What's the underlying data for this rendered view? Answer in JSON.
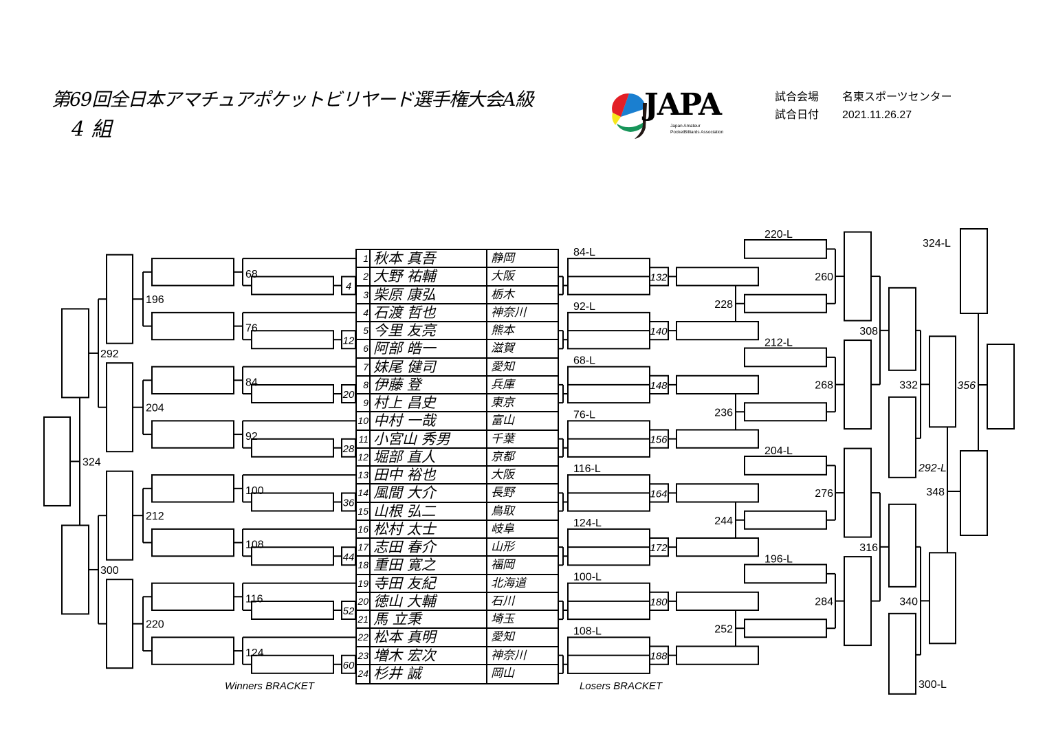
{
  "title": {
    "main": "第69回全日本アマチュアポケットビリヤード選手権大会A級",
    "group": "4 組"
  },
  "logo": {
    "text": "JAPA",
    "sub1": "Japan Amateur",
    "sub2": "PocketBilliards Association",
    "colors": [
      "#e31f26",
      "#1a7fd0",
      "#f6e61c",
      "#17955a"
    ]
  },
  "info": {
    "venue_label": "試合会場",
    "venue": "名東スポーツセンター",
    "date_label": "試合日付",
    "date": "2021.11.26.27"
  },
  "players": [
    {
      "no": "1",
      "name": "秋本 真吾",
      "pref": "静岡"
    },
    {
      "no": "2",
      "name": "大野 祐輔",
      "pref": "大阪"
    },
    {
      "no": "3",
      "name": "柴原 康弘",
      "pref": "栃木"
    },
    {
      "no": "4",
      "name": "石渡 哲也",
      "pref": "神奈川"
    },
    {
      "no": "5",
      "name": "今里 友亮",
      "pref": "熊本"
    },
    {
      "no": "6",
      "name": "阿部 皓一",
      "pref": "滋賀"
    },
    {
      "no": "7",
      "name": "妹尾 健司",
      "pref": "愛知"
    },
    {
      "no": "8",
      "name": "伊藤 登",
      "pref": "兵庫"
    },
    {
      "no": "9",
      "name": "村上 昌史",
      "pref": "東京"
    },
    {
      "no": "10",
      "name": "中村 一哉",
      "pref": "富山"
    },
    {
      "no": "11",
      "name": "小宮山 秀男",
      "pref": "千葉"
    },
    {
      "no": "12",
      "name": "堀部 直人",
      "pref": "京都"
    },
    {
      "no": "13",
      "name": "田中 裕也",
      "pref": "大阪"
    },
    {
      "no": "14",
      "name": "風間 大介",
      "pref": "長野"
    },
    {
      "no": "15",
      "name": "山根 弘二",
      "pref": "鳥取"
    },
    {
      "no": "16",
      "name": "松村 太士",
      "pref": "岐阜"
    },
    {
      "no": "17",
      "name": "志田 春介",
      "pref": "山形"
    },
    {
      "no": "18",
      "name": "重田 寛之",
      "pref": "福岡"
    },
    {
      "no": "19",
      "name": "寺田 友紀",
      "pref": "北海道"
    },
    {
      "no": "20",
      "name": "徳山 大輔",
      "pref": "石川"
    },
    {
      "no": "21",
      "name": "馬 立秉",
      "pref": "埼玉"
    },
    {
      "no": "22",
      "name": "松本 真明",
      "pref": "愛知"
    },
    {
      "no": "23",
      "name": "増木 宏次",
      "pref": "神奈川"
    },
    {
      "no": "24",
      "name": "杉井 誠",
      "pref": "岡山"
    }
  ],
  "winners": {
    "label": "Winners BRACKET",
    "r1_match": [
      "4",
      "12",
      "20",
      "28",
      "36",
      "44",
      "52",
      "60"
    ],
    "r1_wait": [
      "68",
      "76",
      "84",
      "92",
      "100",
      "108",
      "116",
      "124"
    ],
    "r2": [
      "196",
      "204",
      "212",
      "220"
    ],
    "r3": [
      "292",
      "300"
    ],
    "final": "324"
  },
  "losers": {
    "label": "Losers BRACKET",
    "drop1": [
      "84-L",
      "92-L",
      "68-L",
      "76-L",
      "116-L",
      "124-L",
      "100-L",
      "108-L"
    ],
    "r1": [
      "132",
      "140",
      "148",
      "156",
      "164",
      "172",
      "180",
      "188"
    ],
    "r2": [
      "228",
      "236",
      "244",
      "252"
    ],
    "drop2": [
      "220-L",
      "212-L",
      "204-L",
      "196-L"
    ],
    "r3": [
      "260",
      "268",
      "276",
      "284"
    ],
    "r4": [
      "308",
      "316"
    ],
    "drop3": [
      "292-L",
      "300-L"
    ],
    "r5": [
      "332",
      "340"
    ],
    "drop4": "324-L",
    "r6": "348",
    "final": "356"
  }
}
